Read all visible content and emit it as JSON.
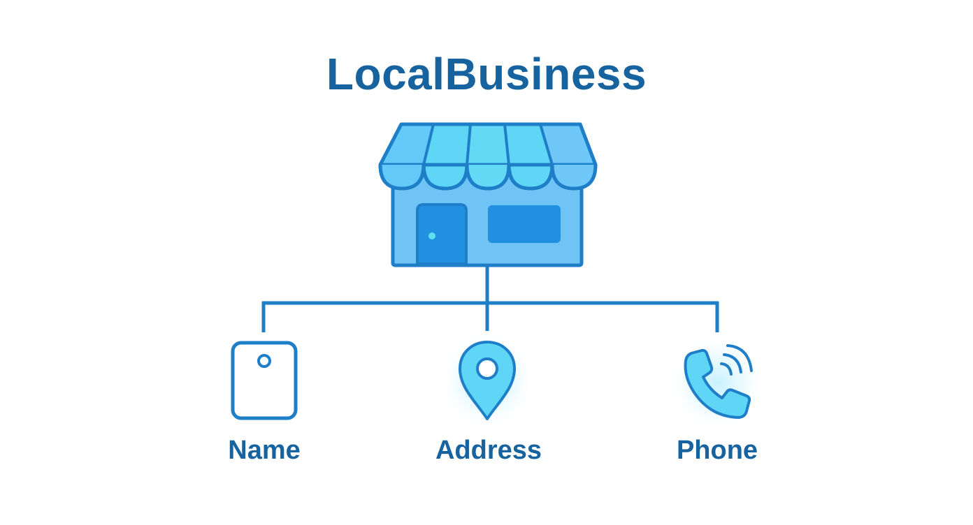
{
  "title": "LocalBusiness",
  "nodes": {
    "root": {
      "icon": "storefront-icon"
    },
    "children": [
      {
        "label": "Name",
        "icon": "tag-icon"
      },
      {
        "label": "Address",
        "icon": "map-pin-icon"
      },
      {
        "label": "Phone",
        "icon": "phone-icon"
      }
    ]
  },
  "colors": {
    "primary": "#17639f",
    "stroke": "#1f7ec8",
    "light_fill": "#6fc4f5",
    "accent_fill": "#5fd6f5",
    "dark_fill": "#2290e0"
  }
}
